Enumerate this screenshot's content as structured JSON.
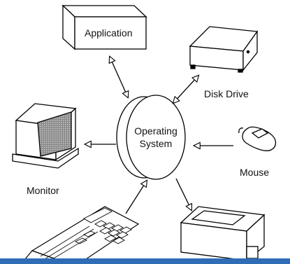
{
  "nodes": {
    "application": "Application",
    "disk_drive": "Disk Drive",
    "operating_system": [
      "Operating",
      "System"
    ],
    "monitor": "Monitor",
    "mouse": "Mouse"
  },
  "colors": {
    "line": "#000000",
    "fill": "#ffffff",
    "screen_gray": "#9a9a9a",
    "bottom_bar": "#2f6db6"
  }
}
